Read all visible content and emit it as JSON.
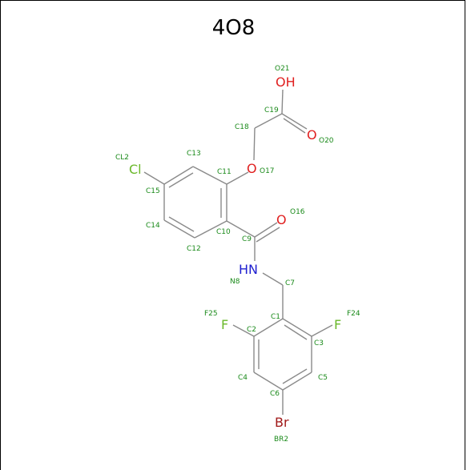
{
  "title": "4O8",
  "colors": {
    "bond": "#8a8a8a",
    "oxygen": "#e02020",
    "nitrogen": "#2020d0",
    "chlorine": "#6ab82a",
    "fluorine": "#6ab82a",
    "bromine": "#a01818",
    "label": "#1a8a1a"
  },
  "symbols": {
    "OH": "OH",
    "O20": "O",
    "O17": "O",
    "O16": "O",
    "Cl": "Cl",
    "HN": "HN",
    "F25": "F",
    "F24": "F",
    "Br": "Br"
  },
  "labels": {
    "O21": "O21",
    "C19": "C19",
    "C18": "C18",
    "O20": "O20",
    "O17": "O17",
    "CL2": "CL2",
    "C13": "C13",
    "C11": "C11",
    "C15": "C15",
    "C14": "C14",
    "C10": "C10",
    "O16": "O16",
    "C9": "C9",
    "C12": "C12",
    "N8": "N8",
    "C7": "C7",
    "F25": "F25",
    "C1": "C1",
    "F24": "F24",
    "C2": "C2",
    "C3": "C3",
    "C4": "C4",
    "C5": "C5",
    "C6": "C6",
    "BR2": "BR2"
  }
}
